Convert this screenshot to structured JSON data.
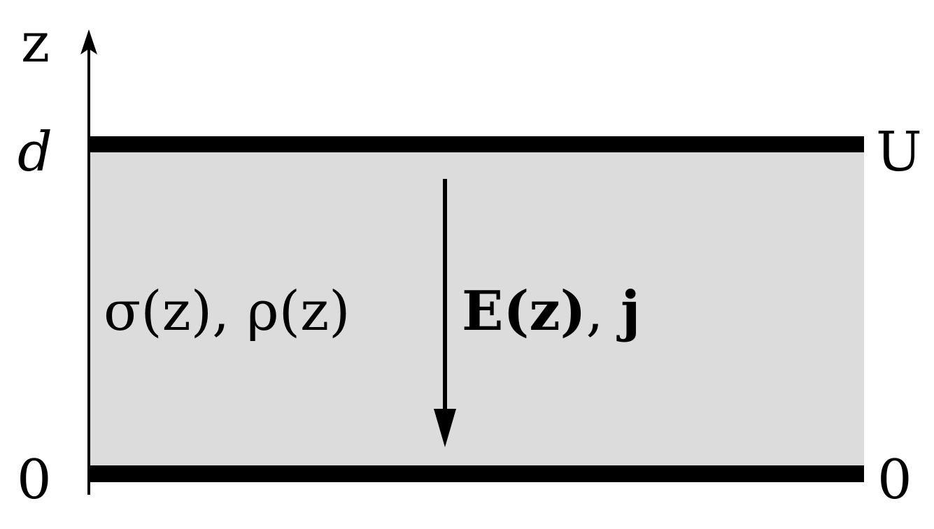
{
  "axis": {
    "label": "z",
    "top_label": "d",
    "bottom_label": "0"
  },
  "plates": {
    "top_label": "U",
    "bottom_label": "0"
  },
  "medium": {
    "label": "σ(z), ρ(z)",
    "fill_color": "#dcdcdc"
  },
  "field": {
    "label_E": "E(z)",
    "label_sep": ", ",
    "label_j": "j"
  }
}
